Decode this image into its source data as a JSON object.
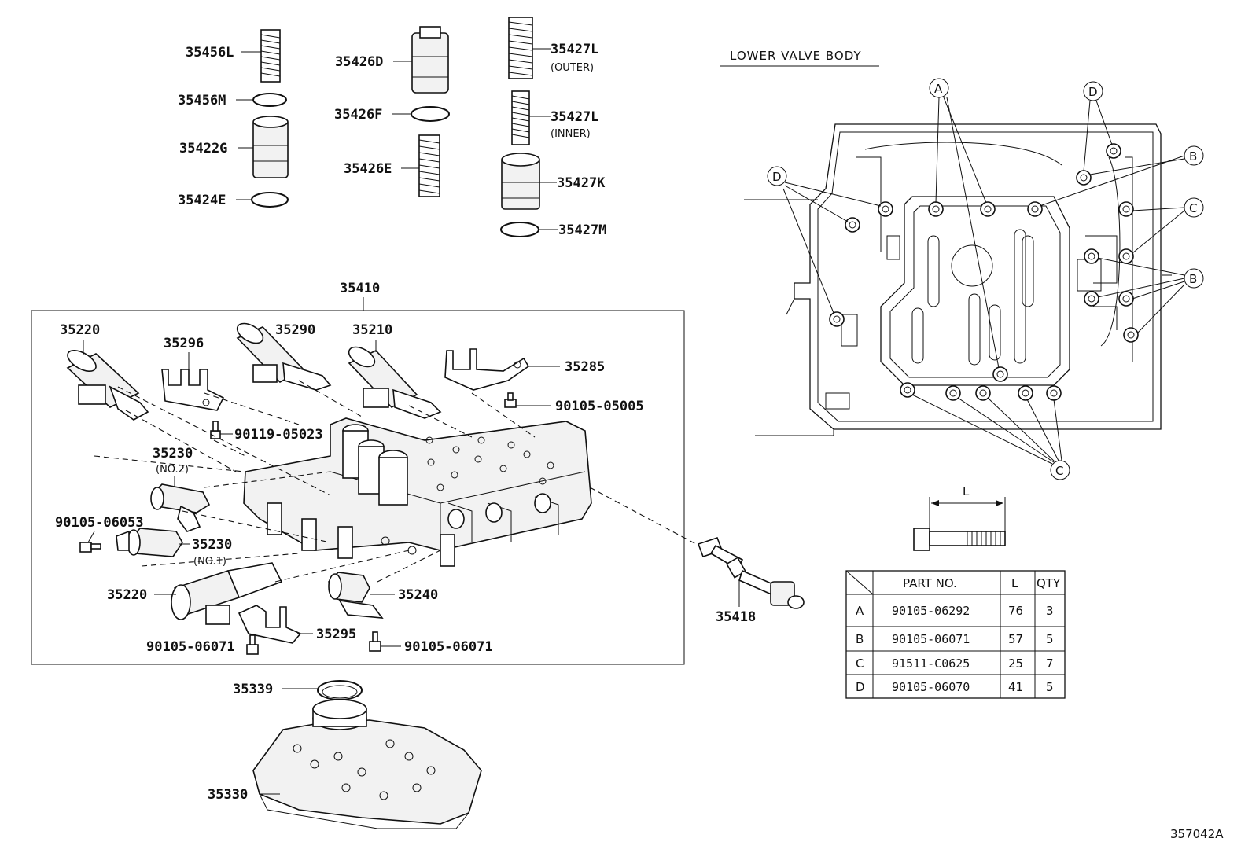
{
  "top_parts": [
    {
      "id": "35456L",
      "label": "35456L"
    },
    {
      "id": "35456M",
      "label": "35456M"
    },
    {
      "id": "35422G",
      "label": "35422G"
    },
    {
      "id": "35424E",
      "label": "35424E"
    },
    {
      "id": "35426D",
      "label": "35426D"
    },
    {
      "id": "35426F",
      "label": "35426F"
    },
    {
      "id": "35426E",
      "label": "35426E"
    },
    {
      "id": "35427L_outer",
      "label": "35427L",
      "note": "(OUTER)"
    },
    {
      "id": "35427L_inner",
      "label": "35427L",
      "note": "(INNER)"
    },
    {
      "id": "35427K",
      "label": "35427K"
    },
    {
      "id": "35427M",
      "label": "35427M"
    }
  ],
  "assembly": {
    "label": "35410",
    "parts": [
      {
        "id": "35220a",
        "label": "35220"
      },
      {
        "id": "35296",
        "label": "35296"
      },
      {
        "id": "35290",
        "label": "35290"
      },
      {
        "id": "35210",
        "label": "35210"
      },
      {
        "id": "35285",
        "label": "35285"
      },
      {
        "id": "90105-05005",
        "label": "90105-05005"
      },
      {
        "id": "90119-05023",
        "label": "90119-05023"
      },
      {
        "id": "35230_no2",
        "label": "35230",
        "note": "(NO.2)"
      },
      {
        "id": "90105-06053",
        "label": "90105-06053"
      },
      {
        "id": "35230_no1",
        "label": "35230",
        "note": "(NO.1)"
      },
      {
        "id": "35220b",
        "label": "35220"
      },
      {
        "id": "35240",
        "label": "35240"
      },
      {
        "id": "35295",
        "label": "35295"
      },
      {
        "id": "90105-06071a",
        "label": "90105-06071"
      },
      {
        "id": "90105-06071b",
        "label": "90105-06071"
      }
    ]
  },
  "bottom_parts": [
    {
      "id": "35339",
      "label": "35339"
    },
    {
      "id": "35330",
      "label": "35330"
    },
    {
      "id": "35418",
      "label": "35418"
    }
  ],
  "lower_valve_body": {
    "title": "LOWER VALVE BODY",
    "callouts": [
      "A",
      "D",
      "D",
      "B",
      "C",
      "B",
      "C"
    ]
  },
  "bolt_diagram": {
    "dimension_label": "L"
  },
  "bolt_table": {
    "headers": [
      "PART NO.",
      "L",
      "QTY"
    ],
    "rows": [
      {
        "key": "A",
        "part_no": "90105-06292",
        "L": "76",
        "qty": "3"
      },
      {
        "key": "B",
        "part_no": "90105-06071",
        "L": "57",
        "qty": "5"
      },
      {
        "key": "C",
        "part_no": "91511-C0625",
        "L": "25",
        "qty": "7"
      },
      {
        "key": "D",
        "part_no": "90105-06070",
        "L": "41",
        "qty": "5"
      }
    ]
  },
  "diagram_code": "357042A"
}
